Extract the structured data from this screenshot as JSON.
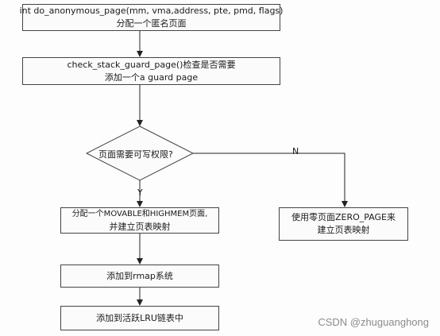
{
  "flowchart": {
    "start": {
      "line1": "int do_anonymous_page(mm, vma,address, pte, pmd, flags)",
      "line2": "分配一个匿名页面"
    },
    "guard": {
      "line1": "check_stack_guard_page()检查是否需要",
      "line2": "添加一个a guard page"
    },
    "decision": {
      "text": "页面需要可写权限?",
      "yes_label": "Y",
      "no_label": "N"
    },
    "alloc": {
      "line1": "分配一个MOVABLE和HIGHMEM页面,",
      "line2": "并建立页表映射"
    },
    "zero_page": {
      "line1": "使用零页面ZERO_PAGE来",
      "line2": "建立页表映射"
    },
    "rmap": {
      "text": "添加到rmap系统"
    },
    "lru": {
      "text": "添加到活跃LRU链表中"
    }
  },
  "watermark": "CSDN @zhuguanghong"
}
